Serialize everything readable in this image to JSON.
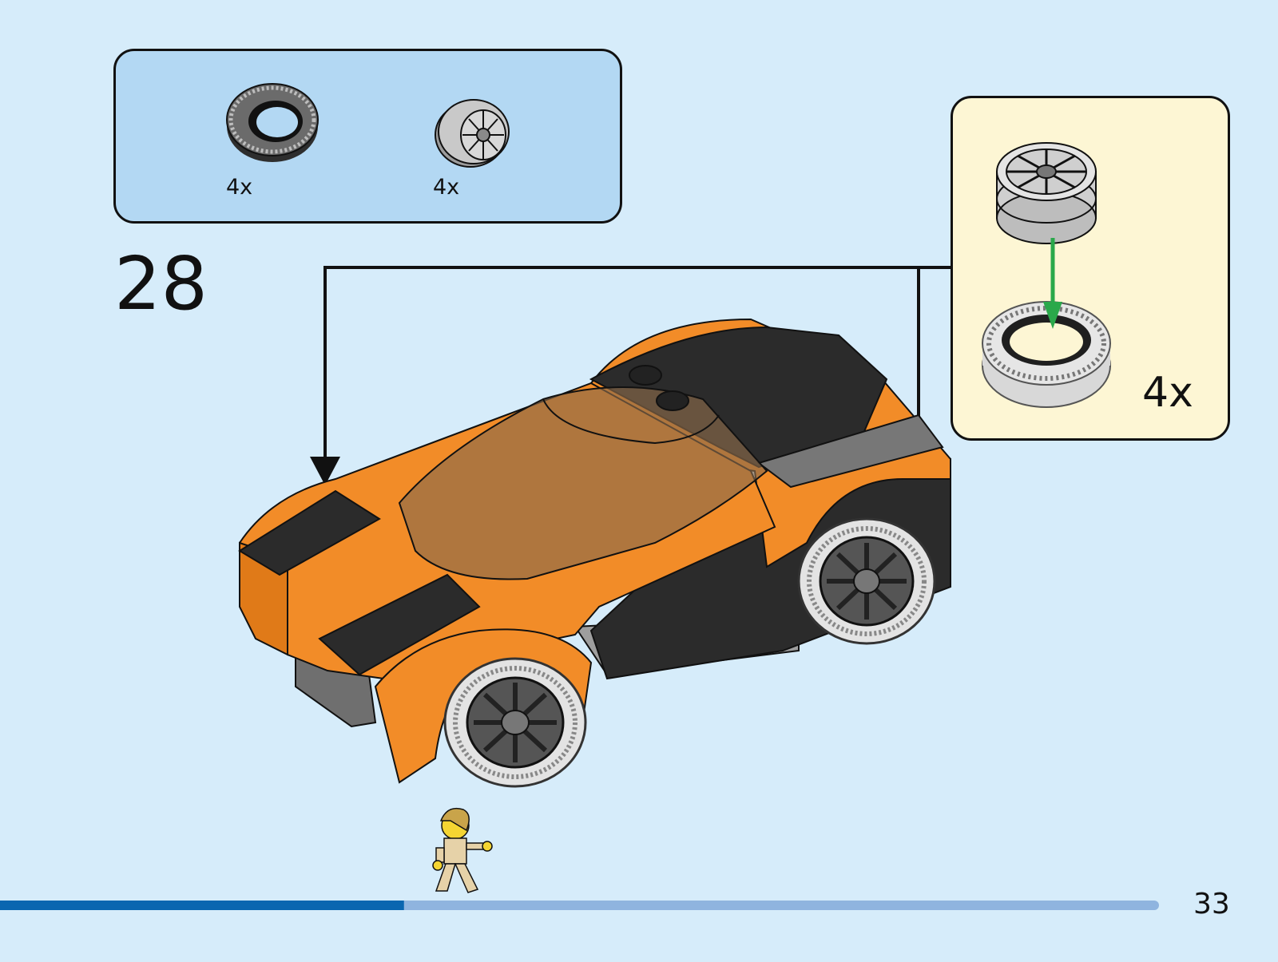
{
  "parts_list": {
    "items": [
      {
        "name": "tire",
        "quantity": "4x"
      },
      {
        "name": "wheel-rim",
        "quantity": "4x"
      }
    ]
  },
  "step": {
    "number": "28"
  },
  "callout": {
    "quantity": "4x"
  },
  "page": {
    "number": "33"
  },
  "colors": {
    "background": "#d6ecfa",
    "parts_box": "#b3d8f3",
    "callout_box": "#fdf6d4",
    "car_orange": "#f28c28",
    "car_black": "#2b2b2b",
    "progress_done": "#0a66b0",
    "progress_remaining": "#8fb4df",
    "arrow_green": "#2aa84a"
  },
  "progress": {
    "fraction": 0.35
  }
}
